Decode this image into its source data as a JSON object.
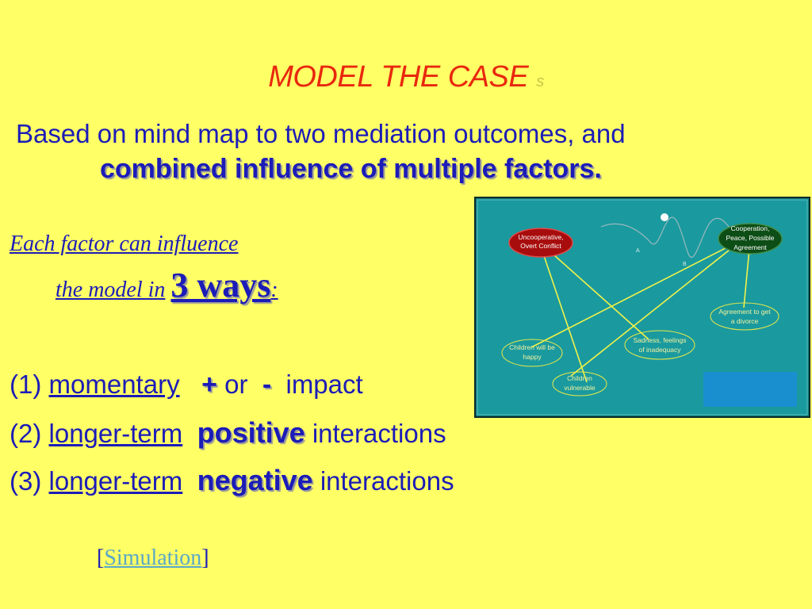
{
  "title": {
    "main": "MODEL THE CASE",
    "suffix": "s"
  },
  "subtitle": {
    "line1": "Based on mind map to two mediation outcomes, and",
    "line2": "combined influence of multiple factors."
  },
  "factor_intro": {
    "line1": "Each factor can influence",
    "line2_prefix": "the model in",
    "big": "3 ways",
    "colon": ":"
  },
  "ways": [
    {
      "number": "(1)",
      "term": "momentary",
      "plus": "+",
      "or": "or",
      "minus": "-",
      "tail": "impact"
    },
    {
      "number": "(2)",
      "term": "longer-term",
      "emph": "positive",
      "tail": "interactions"
    },
    {
      "number": "(3)",
      "term": "longer-term",
      "emph": "negative",
      "tail": "interactions"
    }
  ],
  "simulation": {
    "open": "[",
    "label": "Simulation",
    "close": "]"
  },
  "diagram": {
    "nodes": {
      "uncooperative": [
        "Uncooperative,",
        "Overt Conflict"
      ],
      "cooperation": [
        "Cooperation,",
        "Peace, Possible",
        "Agreement"
      ],
      "divorce": [
        "Agreement to get",
        "a divorce"
      ],
      "sadness": [
        "Sadness, feelings",
        "of inadequacy"
      ],
      "children_happy": [
        "Children will be",
        "happy"
      ],
      "children_vulnerable": [
        "Children",
        "vulnerable"
      ]
    },
    "label_a": "A",
    "label_b": "B"
  }
}
